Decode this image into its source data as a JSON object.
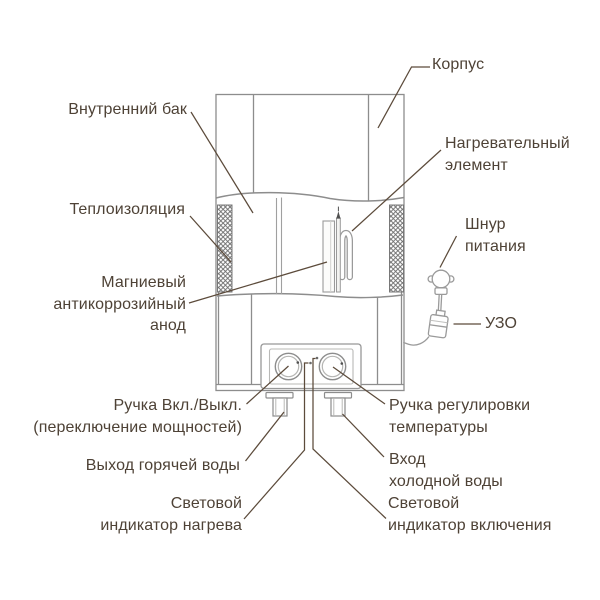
{
  "labels": {
    "korpus": "Корпус",
    "inner_tank": "Внутренний бак",
    "insulation": "Теплоизоляция",
    "anode_l1": "Магниевый",
    "anode_l2": "антикоррозийный",
    "anode_l3": "анод",
    "heating_l1": "Нагревательный",
    "heating_l2": "элемент",
    "cord_l1": "Шнур",
    "cord_l2": "питания",
    "rcd": "УЗО",
    "power_knob_l1": "Ручка Вкл./Выкл.",
    "power_knob_l2": "(переключение мощностей)",
    "temp_knob_l1": "Ручка регулировки",
    "temp_knob_l2": "температуры",
    "hot_water": "Выход горячей воды",
    "cold_water_l1": "Вход",
    "cold_water_l2": "холодной воды",
    "heat_indicator_l1": "Световой",
    "heat_indicator_l2": "индикатор нагрева",
    "power_indicator_l1": "Световой",
    "power_indicator_l2": "индикатор включения"
  },
  "colors": {
    "text": "#4e4236",
    "leader_line": "#5c4b3b",
    "diagram_line": "#8d8d8d",
    "background": "#ffffff"
  }
}
